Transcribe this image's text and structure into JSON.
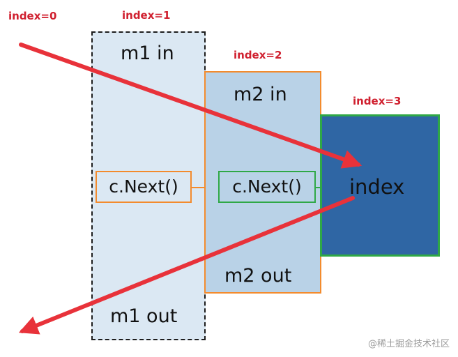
{
  "labels": {
    "index0": "index=0",
    "index1": "index=1",
    "index2": "index=2",
    "index3": "index=3"
  },
  "m1": {
    "in_label": "m1 in",
    "call_label": "c.Next()",
    "out_label": "m1 out"
  },
  "m2": {
    "in_label": "m2 in",
    "call_label": "c.Next()",
    "out_label": "m2 out"
  },
  "handler": {
    "label": "index"
  },
  "watermark": "@稀土掘金技术社区",
  "colors": {
    "arrow": "#e8323a",
    "index_label": "#d0202f",
    "m1_fill": "#dbe8f3",
    "m2_fill": "#b9d2e7",
    "m2_border": "#f38b2d",
    "handler_fill": "#2f66a4",
    "handler_border": "#2fa846"
  }
}
